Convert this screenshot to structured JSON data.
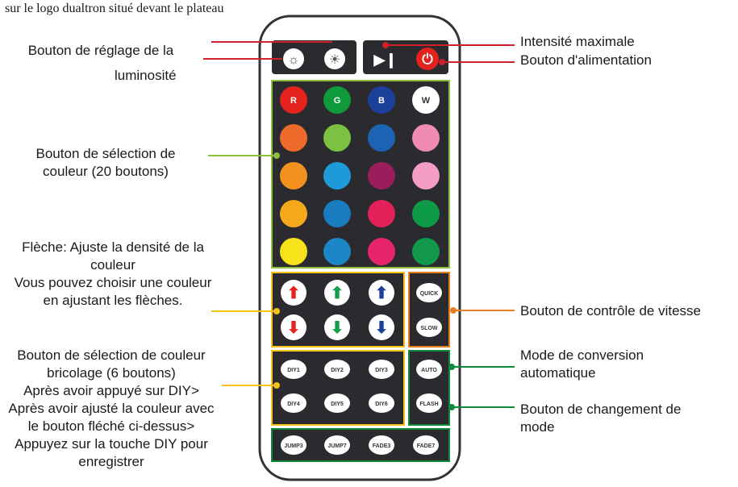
{
  "top_note": "sur le logo dualtron situé devant le plateau",
  "labels": {
    "brightness": [
      "Bouton de réglage de la",
      "luminosité"
    ],
    "max_intensity": "Intensité maximale",
    "power": "Bouton d'alimentation",
    "color_select": [
      "Bouton de sélection de",
      "couleur (20 boutons)"
    ],
    "arrows": [
      "Flèche: Ajuste la densité de la",
      "couleur",
      "Vous pouvez choisir une couleur",
      "en ajustant les flèches."
    ],
    "speed": "Bouton de contrôle de vitesse",
    "diy": [
      "Bouton de sélection de couleur",
      "bricolage (6 boutons)",
      "Après avoir appuyé sur DIY>",
      "Après avoir ajusté la couleur avec",
      "le bouton fléché ci-dessus>",
      "Appuyez sur la touche DIY pour",
      "enregistrer"
    ],
    "auto": [
      "Mode de conversion",
      "automatique"
    ],
    "mode": [
      "Bouton de changement de",
      "mode"
    ]
  },
  "remote": {
    "rgbw_letters": [
      "R",
      "G",
      "B",
      "W"
    ],
    "color_rows": [
      [
        "#e4231f",
        "#0f9a3c",
        "#1c3f9a",
        "#ffffff"
      ],
      [
        "#ee6a2a",
        "#7cc142",
        "#1d63b4",
        "#f08cb4"
      ],
      [
        "#f3911f",
        "#1f9ad8",
        "#9b1d5e",
        "#f29cc6"
      ],
      [
        "#f6a81c",
        "#1a7cc0",
        "#e3205a",
        "#0f9a48"
      ],
      [
        "#f7e31a",
        "#1b86c8",
        "#e6256a",
        "#12994a"
      ]
    ],
    "arrow_colors": [
      "#e4231f",
      "#10a049",
      "#1c3f9a"
    ],
    "quick": "QUICK",
    "slow": "SLOW",
    "diy_labels": [
      "DIY1",
      "DIY2",
      "DIY3",
      "DIY4",
      "DIY5",
      "DIY6"
    ],
    "auto_btn": "AUTO",
    "flash_btn": "FLASH",
    "bottom_labels": [
      "JUMP3",
      "JUMP7",
      "FADE3",
      "FADE7"
    ],
    "power_color": "#e4231f"
  },
  "colors": {
    "red_line": "#d0202a",
    "green_line": "#8cbf3a",
    "yellow_line": "#f4c21a",
    "orange_line": "#e67e22",
    "dark_green_line": "#0e8a3a"
  }
}
